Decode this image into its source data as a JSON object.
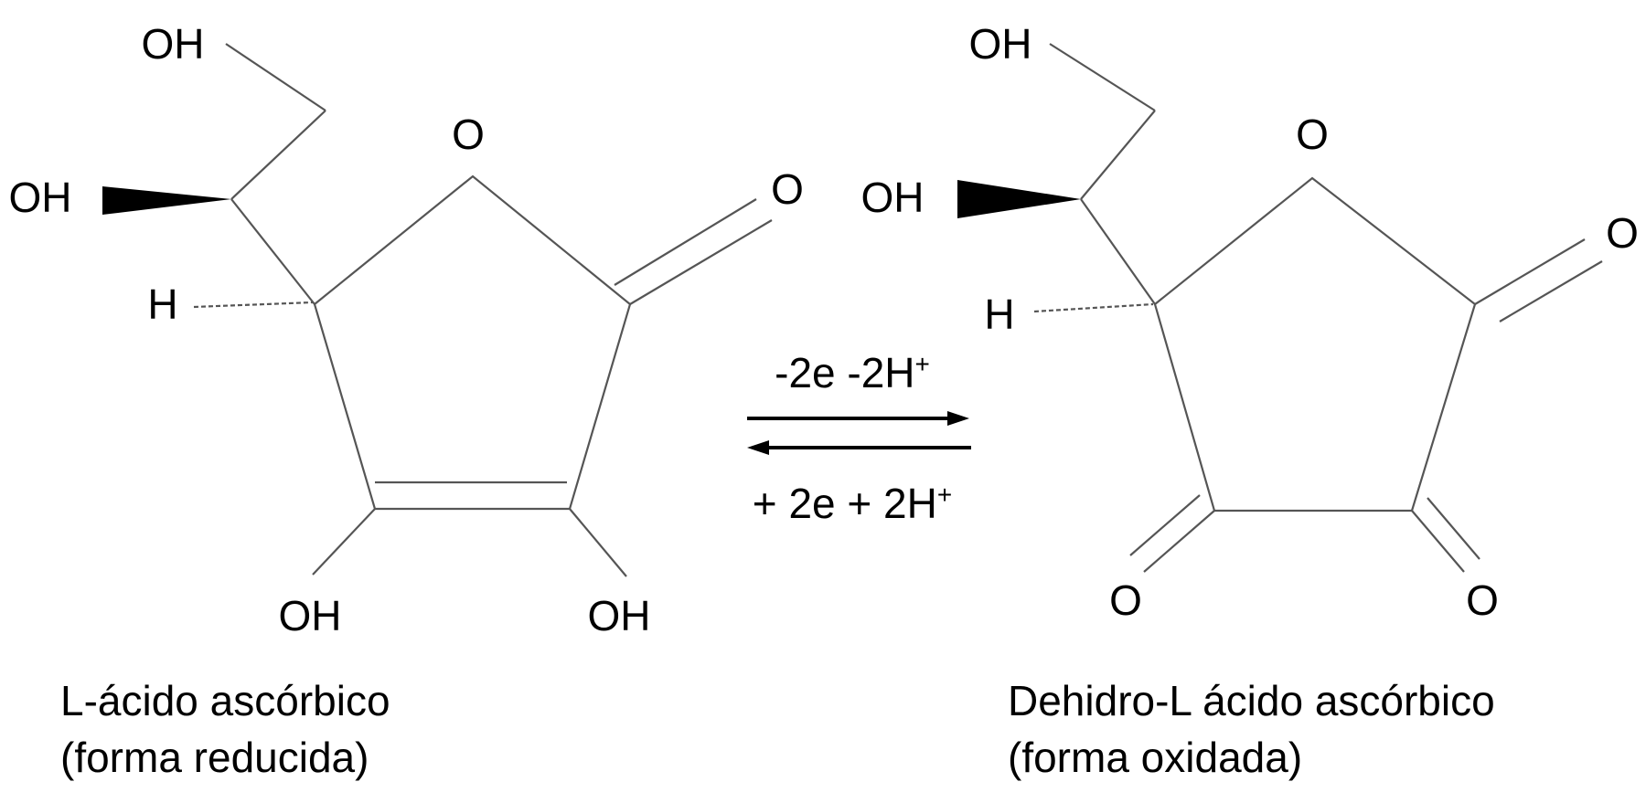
{
  "left_molecule": {
    "atoms": {
      "oh_top": "OH",
      "oh_wedge": "OH",
      "h": "H",
      "ring_o": "O",
      "carbonyl_o": "O",
      "oh_bottom_left": "OH",
      "oh_bottom_right": "OH"
    },
    "caption_line1": "L-ácido ascórbico",
    "caption_line2": "(forma reducida)"
  },
  "right_molecule": {
    "atoms": {
      "oh_top": "OH",
      "oh_wedge": "OH",
      "h": "H",
      "ring_o": "O",
      "carbonyl_o_right": "O",
      "carbonyl_o_bottom_left": "O",
      "carbonyl_o_bottom_right": "O"
    },
    "caption_line1": "Dehidro-L ácido ascórbico",
    "caption_line2": "(forma oxidada)"
  },
  "reaction": {
    "forward_label": "-2e -2H",
    "forward_sup": "+",
    "reverse_label": "+ 2e + 2H",
    "reverse_sup": "+"
  }
}
